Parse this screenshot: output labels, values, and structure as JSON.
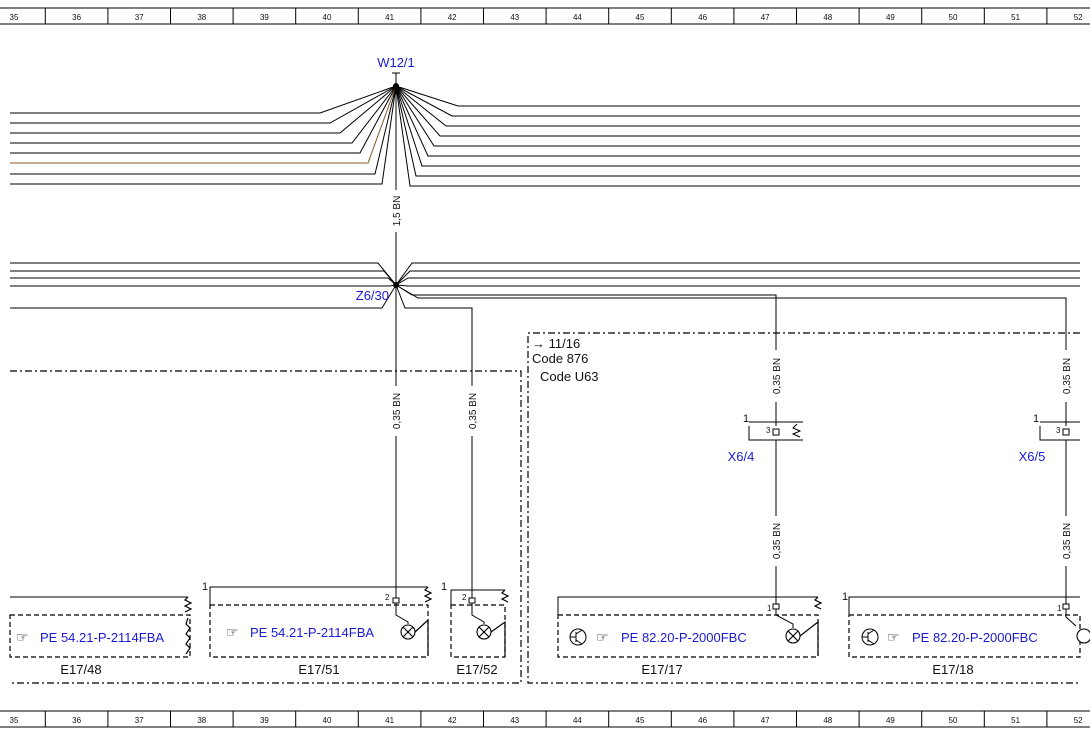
{
  "ruler": {
    "numbers": [
      "35",
      "36",
      "37",
      "38",
      "39",
      "40",
      "41",
      "42",
      "43",
      "44",
      "45",
      "46",
      "47",
      "48",
      "49",
      "50",
      "51",
      "52"
    ]
  },
  "components": {
    "w12_1": "W12/1",
    "z6_30": "Z6/30",
    "x6_4": "X6/4",
    "x6_5": "X6/5",
    "e17_48": "E17/48",
    "e17_51": "E17/51",
    "e17_52": "E17/52",
    "e17_17": "E17/17",
    "e17_18": "E17/18"
  },
  "wires": {
    "main_gauge": "1,5 BN",
    "branch_gauge": "0,35 BN"
  },
  "code_box": {
    "ref": "→ 11/16",
    "code1": "Code 876",
    "code2": "Code U63"
  },
  "refs": {
    "pe_54_21": "PE 54.21-P-2114FBA",
    "pe_82_20": "PE 82.20-P-2000FBC"
  },
  "pins": {
    "one": "1",
    "two": "2",
    "three": "3"
  },
  "icons": {
    "pointer": "☞"
  },
  "colors": {
    "label_blue": "#1a1ad6",
    "wire": "#000000"
  }
}
